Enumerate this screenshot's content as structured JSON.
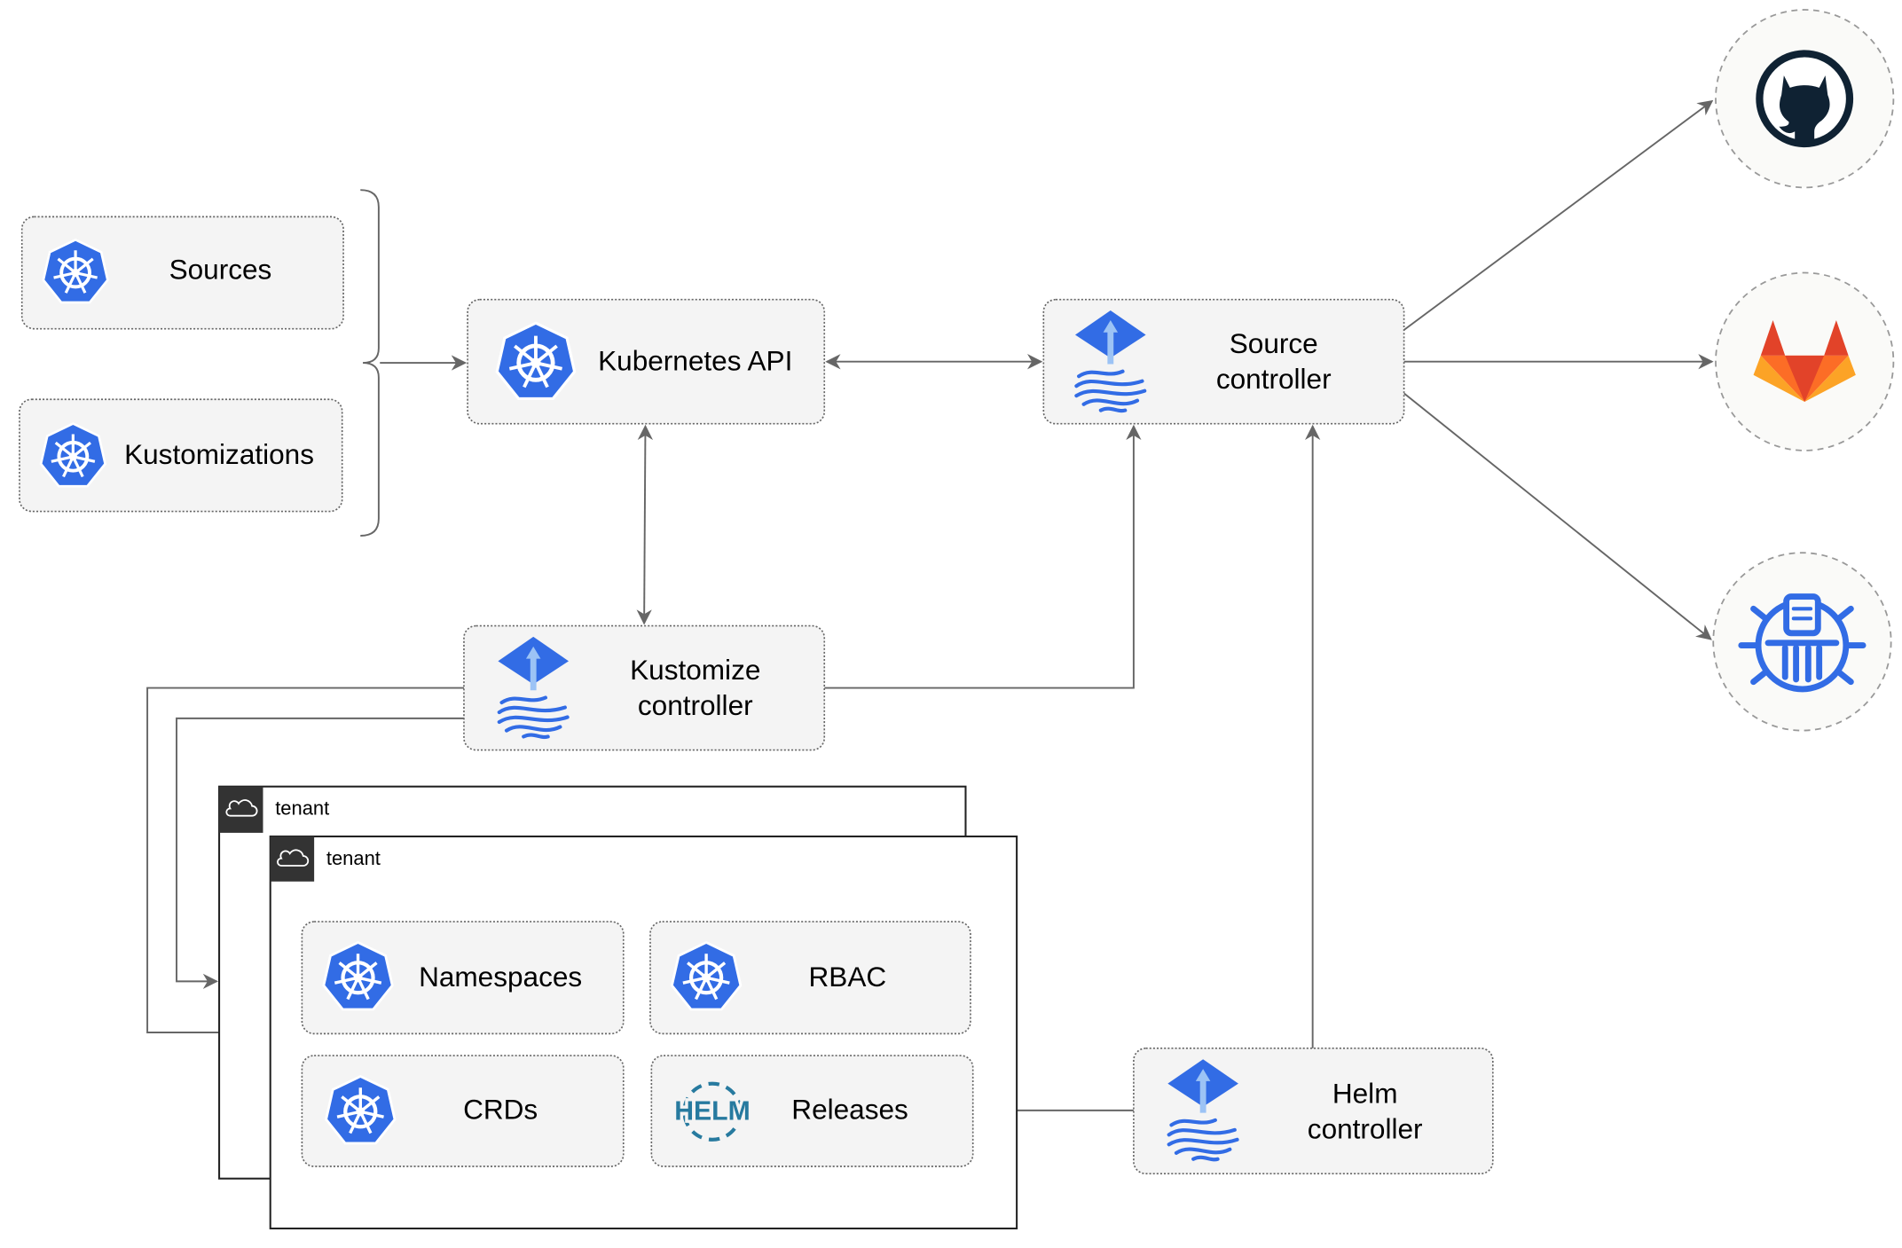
{
  "nodes": {
    "sources": "Sources",
    "kustomizations": "Kustomizations",
    "kubernetes_api": "Kubernetes API",
    "source_controller": [
      "Source",
      "controller"
    ],
    "kustomize_controller": [
      "Kustomize",
      "controller"
    ],
    "helm_controller": [
      "Helm",
      "controller"
    ],
    "namespaces": "Namespaces",
    "rbac": "RBAC",
    "crds": "CRDs",
    "releases": "Releases"
  },
  "tenants": [
    "tenant",
    "tenant"
  ],
  "helm_logo_text": "HELM",
  "external_sources": [
    {
      "icon": "github-icon"
    },
    {
      "icon": "gitlab-icon"
    },
    {
      "icon": "bucket-icon"
    }
  ],
  "colors": {
    "kubernetes_blue": "#326ce5",
    "flux_light": "#9cc3f5",
    "gitlab_orange": "#e24329",
    "helm_blue": "#277a9f",
    "github_dark": "#0f2233"
  }
}
